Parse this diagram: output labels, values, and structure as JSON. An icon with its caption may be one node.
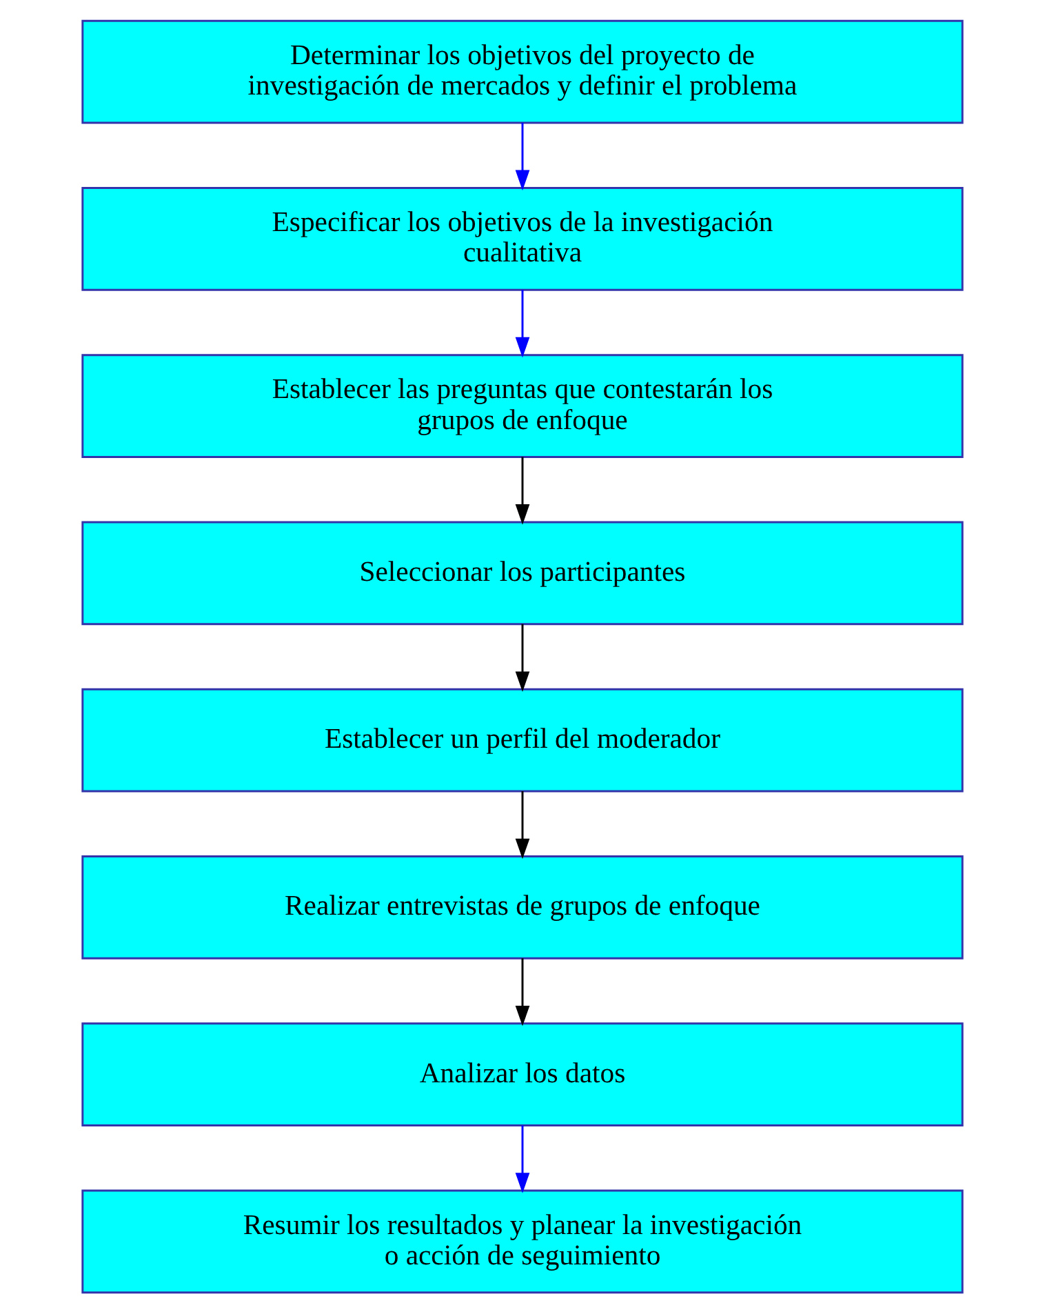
{
  "diagram": {
    "nodes": [
      {
        "text": [
          "Determinar los objetivos del proyecto de investigación de mercados y definir el problema"
        ]
      },
      {
        "text": [
          "Especificar los objetivos de la investigación cualitativa"
        ]
      },
      {
        "text": [
          "Establecer las preguntas que contestarán los grupos de enfoque"
        ]
      },
      {
        "text": [
          "Seleccionar los participantes"
        ]
      },
      {
        "text": [
          "Establecer un perfil del moderador"
        ]
      },
      {
        "text": [
          "Realizar entrevistas de grupos de enfoque"
        ]
      },
      {
        "text": [
          "Analizar los datos"
        ]
      },
      {
        "text": [
          "Resumir los resultados y planear la investigación o acción de seguimiento"
        ]
      }
    ],
    "edges": [
      {
        "from": 0,
        "to": 1,
        "arrow": "to",
        "color": "#0000ff"
      },
      {
        "from": 1,
        "to": 2,
        "arrow": "to",
        "color": "#0000ff"
      },
      {
        "from": 2,
        "to": 3,
        "arrow": "to"
      },
      {
        "from": 3,
        "to": 4,
        "arrow": "to"
      },
      {
        "from": 4,
        "to": 5,
        "arrow": "to"
      },
      {
        "from": 5,
        "to": 6,
        "arrow": "to"
      },
      {
        "from": 6,
        "to": 7,
        "arrow": "to",
        "color": "#0000ff"
      }
    ]
  }
}
